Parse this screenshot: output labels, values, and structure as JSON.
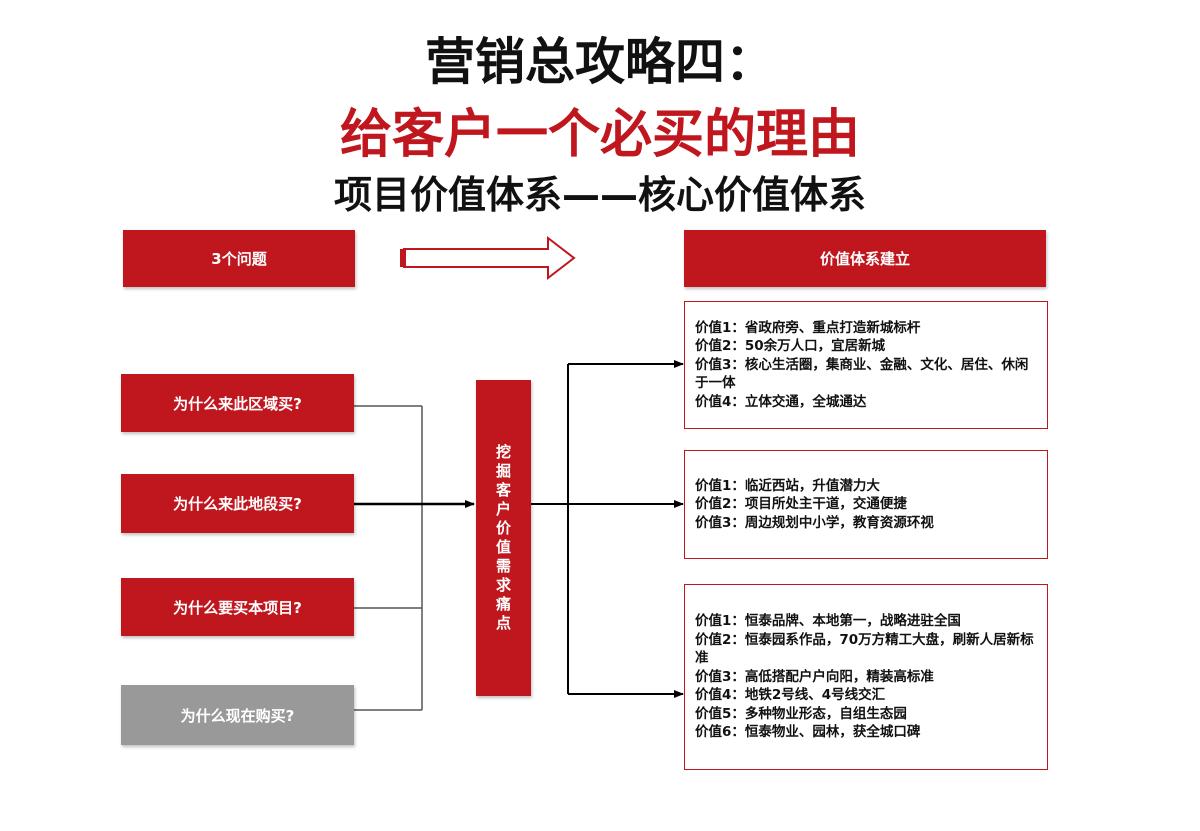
{
  "header": {
    "title_line1": "营销总攻略四：",
    "title_line2": "给客户一个必买的理由",
    "title_line3": "项目价值体系——核心价值体系"
  },
  "left_header": "3个问题",
  "right_header": "价值体系建立",
  "questions": [
    "为什么来此区域买?",
    "为什么来此地段买?",
    "为什么要买本项目?",
    "为什么现在购买?"
  ],
  "center_box": "挖掘客户价值需求痛点",
  "value_groups": [
    {
      "lines": [
        "价值1：省政府旁、重点打造新城标杆",
        "价值2：50余万人口，宜居新城",
        "价值3：核心生活圈，集商业、金融、文化、居住、休闲于一体",
        "价值4：立体交通，全城通达"
      ]
    },
    {
      "lines": [
        "价值1：临近西站，升值潜力大",
        "价值2：项目所处主干道，交通便捷",
        "价值3：周边规划中小学，教育资源环视"
      ]
    },
    {
      "lines": [
        "价值1：恒泰品牌、本地第一，战略进驻全国",
        "价值2：恒泰园系作品，70万方精工大盘，刷新人居新标准",
        "价值3：高低搭配户户向阳，精装高标准",
        "价值4：地铁2号线、4号线交汇",
        "价值5：多种物业形态，自组生态园",
        "价值6：恒泰物业、园林，获全城口碑"
      ]
    }
  ],
  "colors": {
    "accent_red": "#c0161e",
    "inactive_gray": "#999999"
  }
}
